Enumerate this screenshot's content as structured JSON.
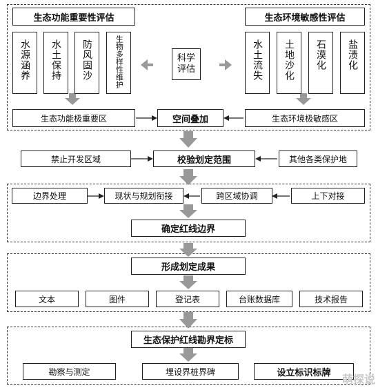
{
  "top": {
    "left_title": "生态功能重要性评估",
    "right_title": "生态环境敏感性评估",
    "left_items": [
      "水源涵养",
      "水土保持",
      "防风固沙",
      "生物多样性维护"
    ],
    "right_items": [
      "水土流失",
      "土地沙化",
      "石漠化",
      "盐渍化"
    ],
    "center": "科学评估",
    "left_zone": "生态功能极重要区",
    "right_zone": "生态环境极敏感区",
    "overlay": "空间叠加"
  },
  "verify": {
    "left": "禁止开发区域",
    "center": "校验划定范围",
    "right": "其他各类保护地"
  },
  "boundary": {
    "steps": [
      "边界处理",
      "现状与规划衔接",
      "跨区域协调",
      "上下对接"
    ],
    "result": "确定红线边界"
  },
  "output": {
    "title": "形成划定成果",
    "items": [
      "文本",
      "图件",
      "登记表",
      "台账数据库",
      "技术报告"
    ]
  },
  "survey": {
    "title": "生态保护红线勘界定标",
    "items": [
      "勘察与测定",
      "埋设界桩界碑",
      "设立标识标牌"
    ]
  },
  "watermark": "萌探说"
}
